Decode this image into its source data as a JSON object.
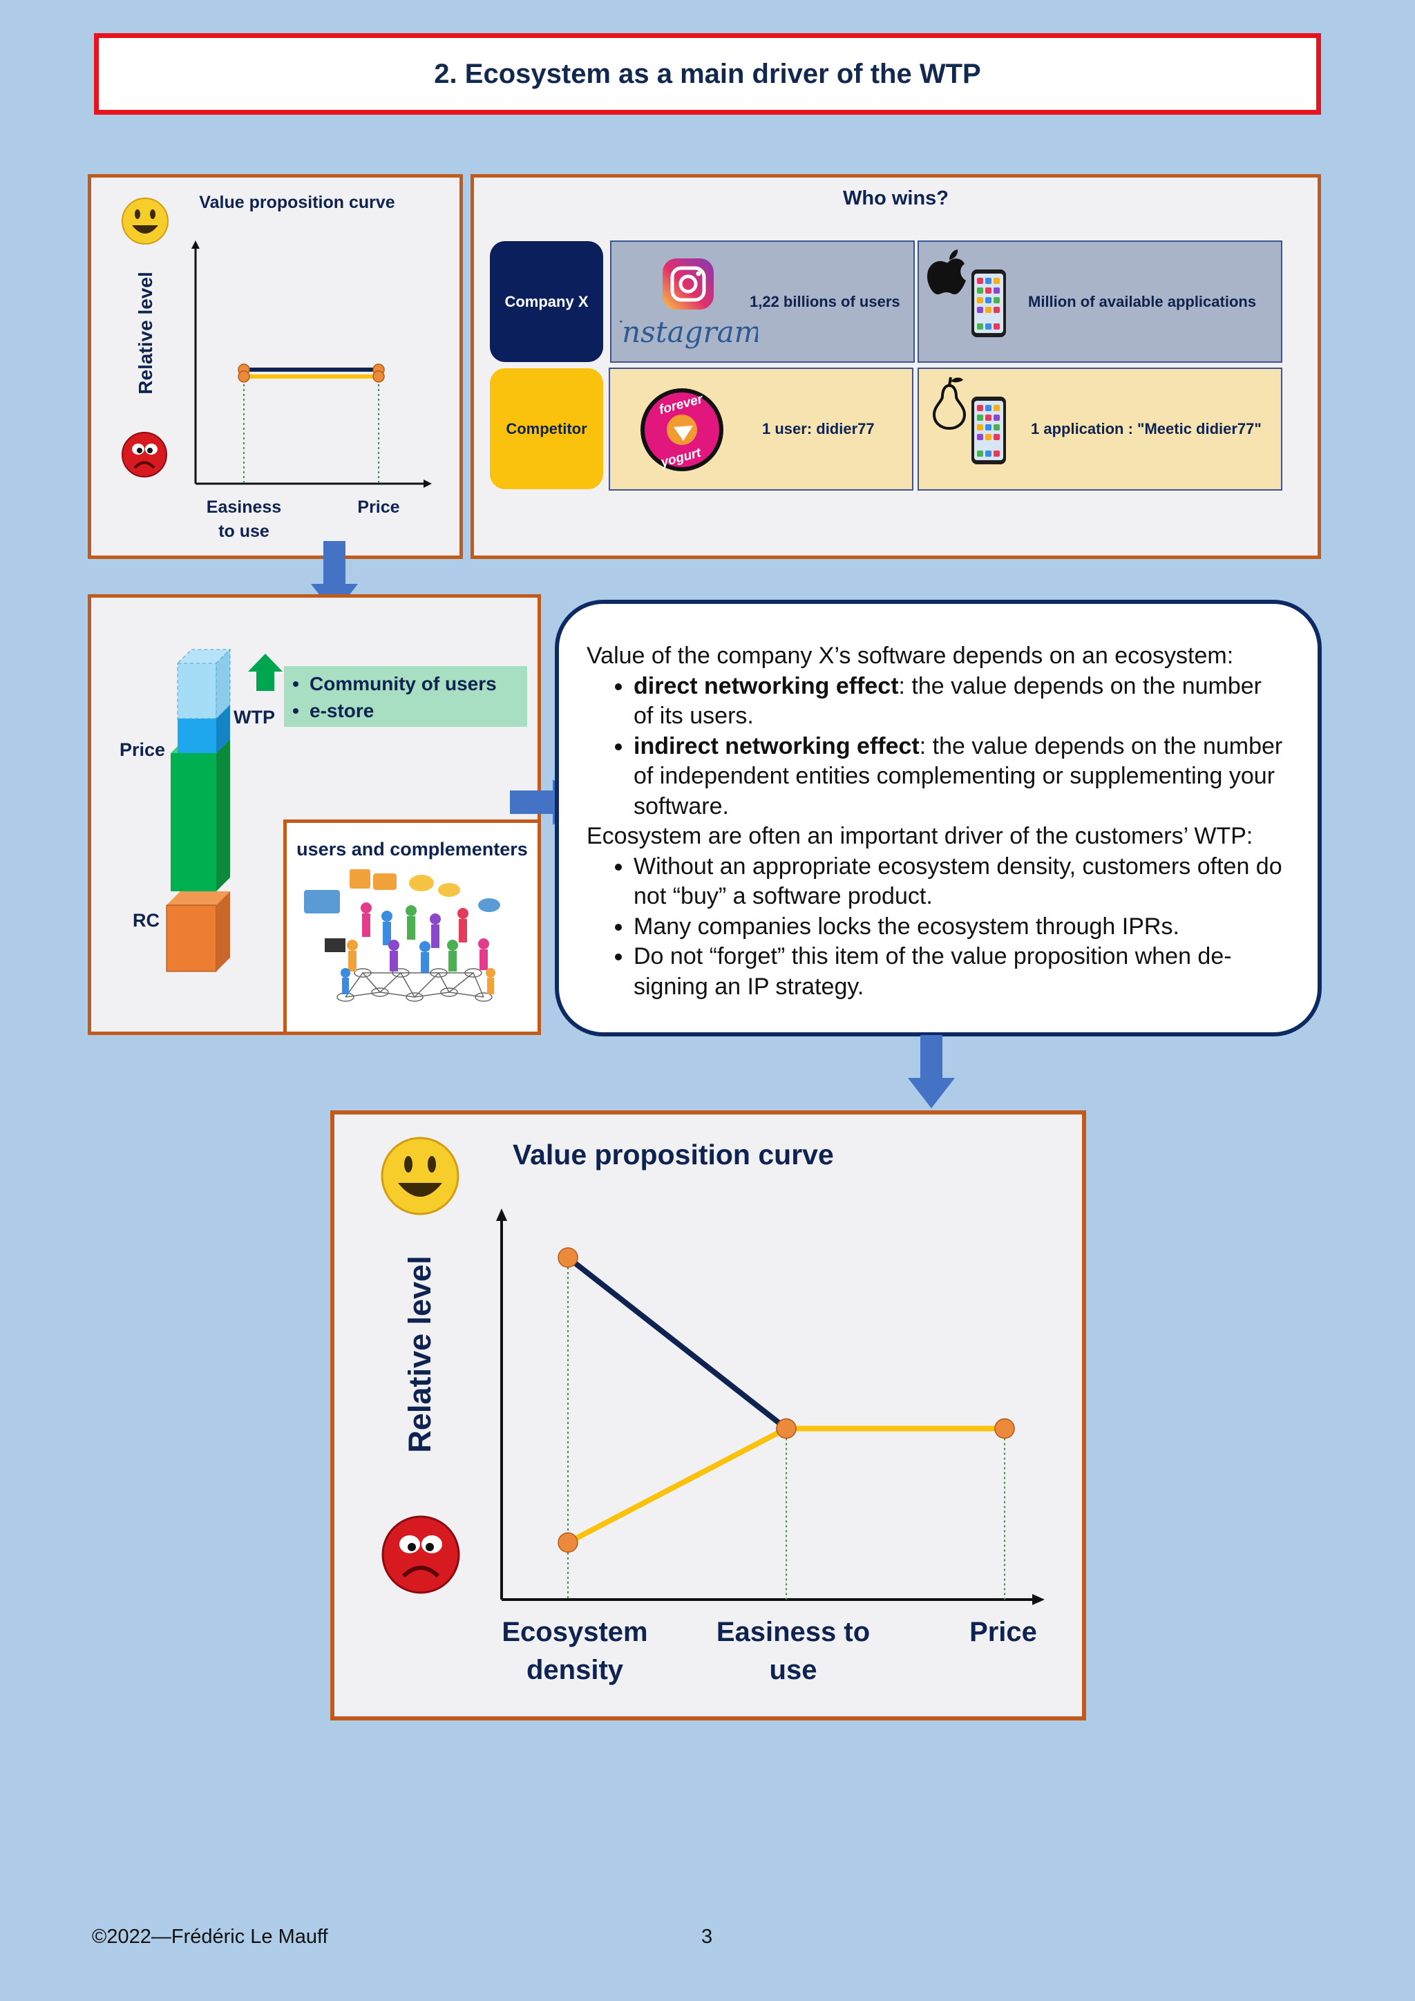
{
  "page": {
    "title": "2. Ecosystem as a main driver of the WTP",
    "footer_left": "©2022—Frédéric Le Mauff",
    "page_number": "3"
  },
  "small_curve": {
    "title": "Value proposition curve",
    "y_label": "Relative level",
    "x_label_1a": "Easiness",
    "x_label_1b": "to use",
    "x_label_2": "Price",
    "happy_icon": "happy-face-icon",
    "sad_icon": "sad-face-icon"
  },
  "who_wins": {
    "title": "Who wins?",
    "rows": [
      {
        "label": "Company X",
        "color": "#0a1f5c",
        "users_text": "1,22 billions of users",
        "users_logo": "Instagram",
        "apps_text": "Million of available applications",
        "apps_icon": "apple-icon"
      },
      {
        "label": "Competitor",
        "color": "#fbc20d",
        "users_text": "1 user: didier77",
        "users_logo_top": "forever",
        "users_logo_bottom": "yogurt",
        "apps_text": "1 application : \"Meetic didier77\"",
        "apps_icon": "pear-icon"
      }
    ]
  },
  "wtp_panel": {
    "label_price": "Price",
    "label_rc": "RC",
    "label_wtp": "WTP",
    "items": [
      "Community of users",
      "e-store"
    ],
    "sub_title": "users and complementers",
    "crowd_icon": "crowd-icon"
  },
  "textbox": {
    "intro": "Value of the company X’s software depends on an ecosystem:",
    "bullets1": [
      {
        "bold": "direct networking effect",
        "rest": ": the value depends on the number of its users."
      },
      {
        "bold": "indirect networking effect",
        "rest": ": the value depends on the number of independent entities complementing or supplementing your software."
      }
    ],
    "para2": "Ecosystem are often an important driver of the customers’ WTP:",
    "bullets2": [
      "Without an appropriate ecosystem density, customers often do not “buy” a software product.",
      "Many companies locks the ecosystem through IPRs.",
      "Do not “forget” this item of the value proposition when de-signing an IP strategy."
    ]
  },
  "big_curve": {
    "title": "Value proposition curve",
    "y_label": "Relative level",
    "x_labels": [
      {
        "line1": "Ecosystem",
        "line2": "density"
      },
      {
        "line1": "Easiness to",
        "line2": "use"
      },
      {
        "line1": "Price",
        "line2": ""
      }
    ],
    "happy_icon": "happy-face-icon",
    "sad_icon": "sad-face-icon"
  },
  "chart_data": [
    {
      "type": "line",
      "title": "Value proposition curve",
      "ylabel": "Relative level",
      "categories": [
        "Easiness to use",
        "Price"
      ],
      "series": [
        {
          "color": "#0e2350",
          "values": [
            0.5,
            0.5
          ]
        },
        {
          "color": "#fbc20d",
          "values": [
            0.47,
            0.47
          ]
        }
      ]
    },
    {
      "type": "line",
      "title": "Value proposition curve",
      "ylabel": "Relative level",
      "categories": [
        "Ecosystem density",
        "Easiness to use",
        "Price"
      ],
      "series": [
        {
          "color": "#0e2350",
          "values": [
            0.9,
            0.45,
            0.45
          ]
        },
        {
          "color": "#fbc20d",
          "values": [
            0.15,
            0.45,
            0.45
          ]
        }
      ]
    }
  ],
  "colors": {
    "navy": "#0e2350",
    "yellow": "#fbc20d",
    "orange_dot": "#ec8a3c",
    "panel_border": "#c25a1b",
    "arrow": "#4472c4"
  }
}
